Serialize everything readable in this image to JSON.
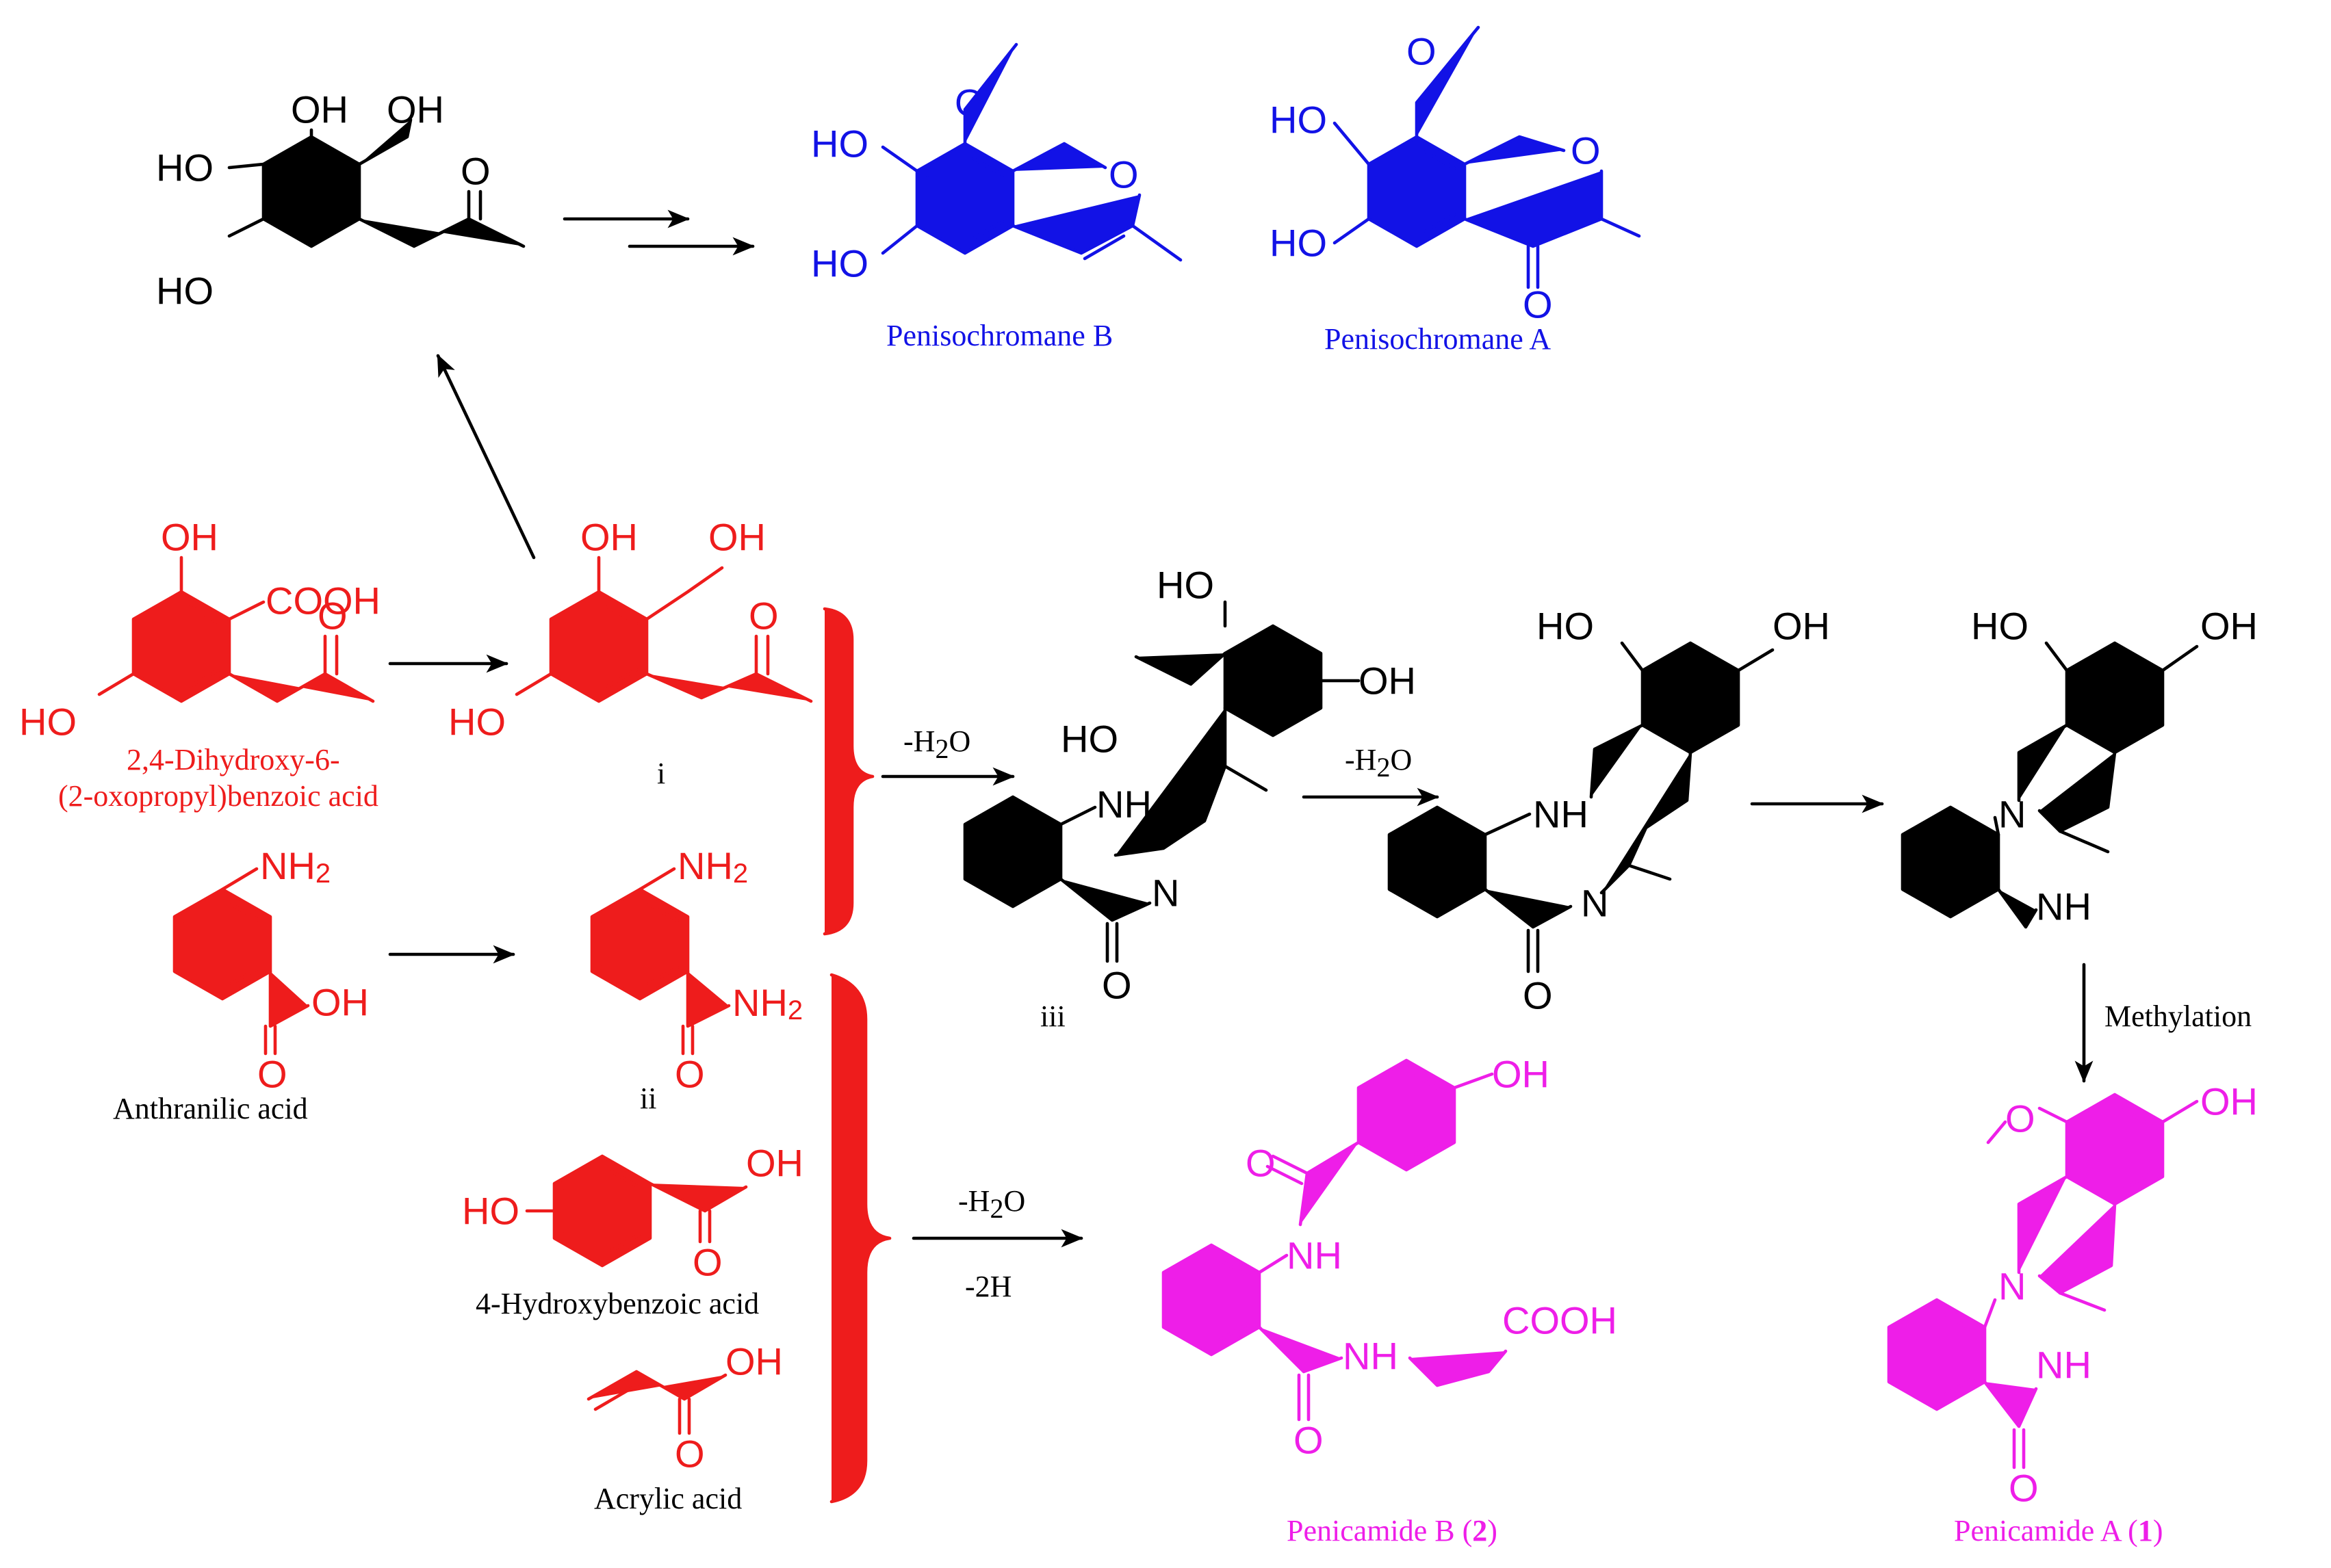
{
  "colors": {
    "precursor": "#ee1c1c",
    "intermediate": "#000000",
    "penisochromane": "#1212e6",
    "penicamide": "#ee1ee8"
  },
  "atoms": {
    "OH": "OH",
    "HO": "HO",
    "COOH": "COOH",
    "NH": "NH",
    "NH2_main": "NH",
    "sub2": "2",
    "N": "N",
    "O": "O"
  },
  "captions": {
    "dihydroxy_line1": "2,4-Dihydroxy-6-",
    "dihydroxy_line2": "(2-oxopropyl)benzoic acid",
    "i": "i",
    "ii": "ii",
    "iii": "iii",
    "anthranilic": "Anthranilic acid",
    "hydroxybenzoic": "4-Hydroxybenzoic acid",
    "acrylic": "Acrylic acid",
    "penisochromane_b": "Penisochromane B",
    "penisochromane_a": "Penisochromane A",
    "penicamide_b_name": "Penicamide B (",
    "penicamide_b_num": "2",
    "penicamide_a_name": "Penicamide A (",
    "penicamide_a_num": "1",
    "close_paren": ")"
  },
  "conditions": {
    "minus_h2o_pre": "-H",
    "minus_h2o_sub": "2",
    "minus_h2o_post": "O",
    "minus_2h": "-2H",
    "methylation": "Methylation"
  }
}
